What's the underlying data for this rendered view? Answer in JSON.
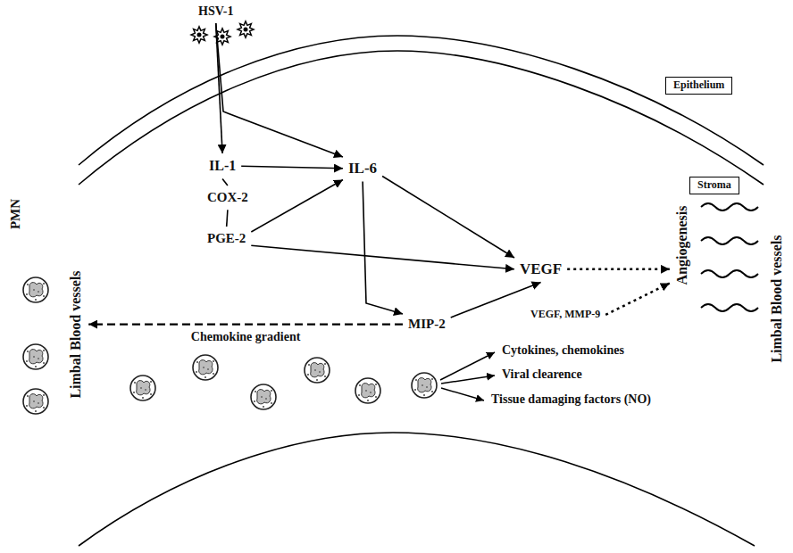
{
  "diagram": {
    "nodes": [
      {
        "text": [
          "HSV-1"
        ]
      },
      {
        "text": [
          "Epithelium"
        ]
      },
      {
        "text": [
          "Stroma"
        ]
      },
      {
        "text": [
          "IL-1"
        ]
      },
      {
        "text": [
          "IL-6"
        ]
      },
      {
        "text": [
          "COX-2"
        ]
      },
      {
        "text": [
          "PGE-2"
        ]
      },
      {
        "text": [
          "VEGF"
        ]
      },
      {
        "text": [
          "MIP-2"
        ]
      },
      {
        "text": [
          "PMN"
        ]
      },
      {
        "text": [
          "Limbal Blood vessels"
        ]
      },
      {
        "text": [
          "VEGF, MMP-9"
        ]
      },
      {
        "text": [
          "Angiogenesis"
        ]
      },
      {
        "text": [
          "Limbal Blood vessels"
        ]
      },
      {
        "text": [
          "Cytokines, chemokines"
        ]
      },
      {
        "text": [
          "Viral clearence"
        ]
      },
      {
        "text": [
          "Tissue damaging factors (NO)"
        ]
      }
    ],
    "edges": [
      {
        "from": 0,
        "to": 3,
        "arrow": "to"
      },
      {
        "from": 0,
        "to": 4,
        "arrow": "to"
      },
      {
        "from": 3,
        "to": 4,
        "arrow": "to"
      },
      {
        "from": 3,
        "to": 5,
        "arrow": "none"
      },
      {
        "from": 5,
        "to": 6,
        "arrow": "none"
      },
      {
        "from": 6,
        "to": 4,
        "arrow": "to"
      },
      {
        "from": 6,
        "to": 7,
        "arrow": "to"
      },
      {
        "from": 4,
        "to": 7,
        "arrow": "to"
      },
      {
        "from": 4,
        "to": 8,
        "arrow": "to"
      },
      {
        "from": 8,
        "to": 7,
        "arrow": "to"
      },
      {
        "from": 8,
        "to": 10,
        "arrow": "to",
        "label": "Chemokine gradient"
      },
      {
        "from": 7,
        "to": 12,
        "arrow": "to"
      },
      {
        "from": 11,
        "to": 12,
        "arrow": "to"
      }
    ]
  }
}
